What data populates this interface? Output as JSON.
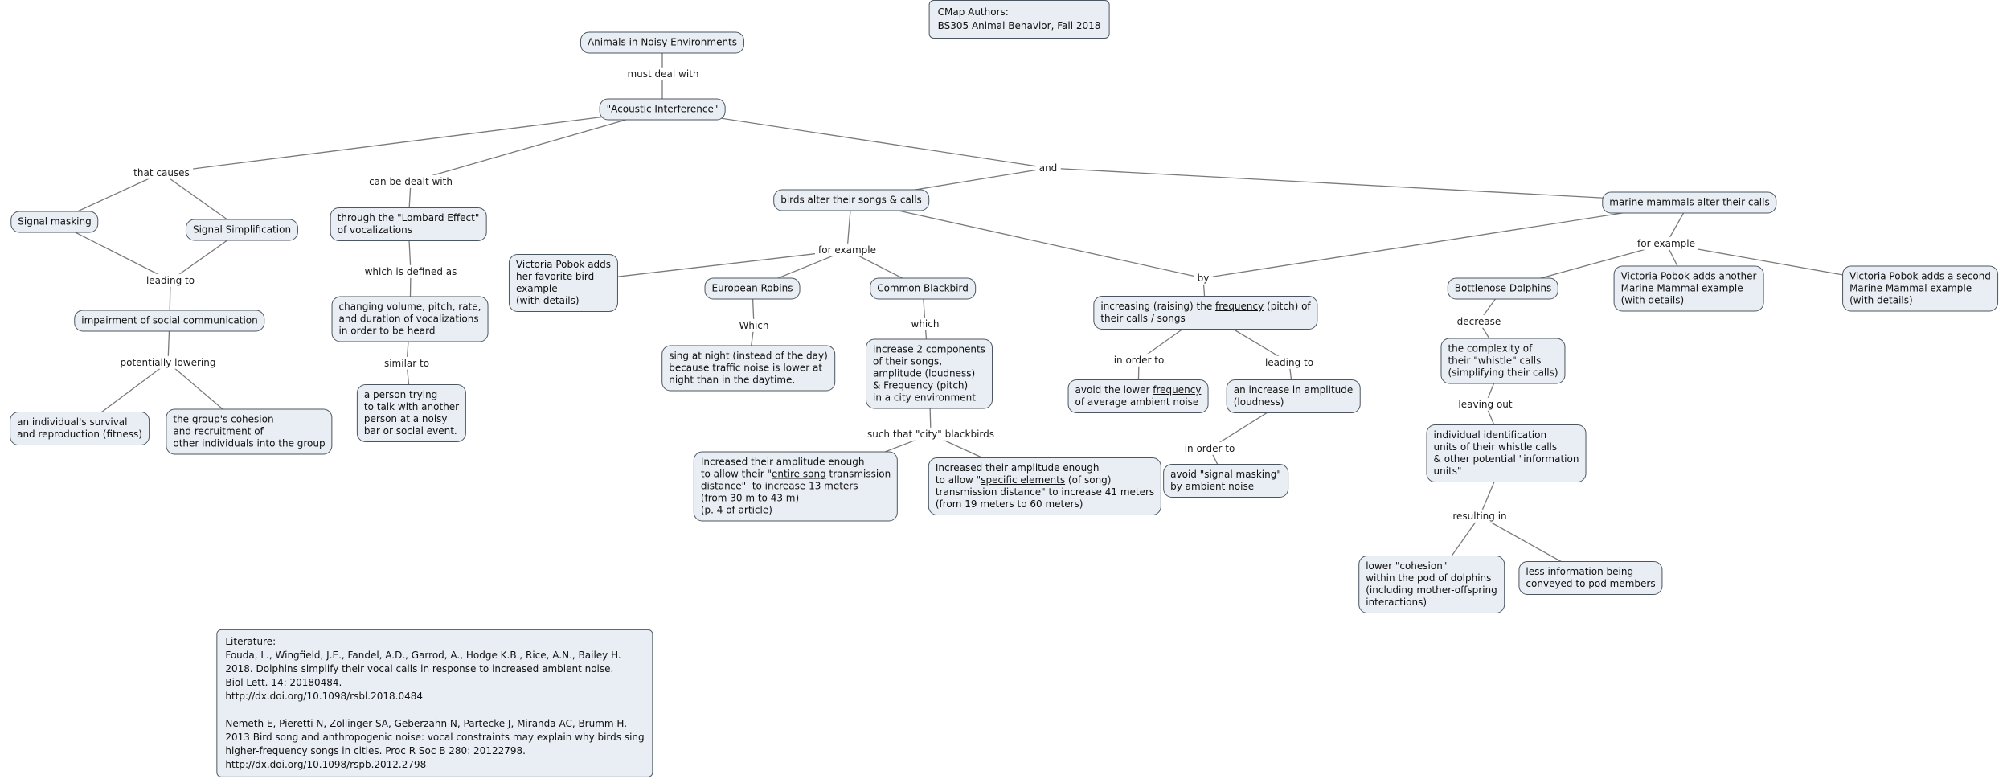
{
  "colors": {
    "node_fill": "#e8eef3",
    "node_border": "#4c5661",
    "connector_line": "#7a7a7a",
    "background": "#ffffff"
  },
  "authors_box": {
    "text": "CMap Authors:\nBS305 Animal Behavior, Fall 2018"
  },
  "nodes": {
    "animals": "Animals in Noisy Environments",
    "acoustic_interference": "\"Acoustic Interference\"",
    "signal_masking": "Signal masking",
    "signal_simplification": "Signal Simplification",
    "lombard_effect": "through the \"Lombard Effect\"\nof vocalizations",
    "impairment": "impairment of social communication",
    "individual_survival": "an individual's survival\nand reproduction (fitness)",
    "group_cohesion": "the group's cohesion\nand recruitment of\nother individuals into the group",
    "changing_volume": "changing volume, pitch, rate,\nand duration of vocalizations\nin order to be heard",
    "person_at_bar": "a person trying\nto talk with another\nperson at a noisy\nbar or social event.",
    "birds_alter": "birds alter their songs & calls",
    "pobok_bird": "Victoria Pobok adds\nher favorite bird\nexample\n(with details)",
    "european_robins": "European Robins",
    "common_blackbird": "Common Blackbird",
    "sing_at_night": "sing at night (instead of the day)\nbecause traffic noise is lower at\nnight than in the daytime.",
    "increase_2_components": "increase 2 components\nof their songs,\namplitude (loudness)\n& Frequency (pitch)\nin a city environment",
    "entire_song": "Increased their amplitude enough\nto allow their \"entire song transmission\ndistance\"  to increase 13 meters\n(from 30 m to 43 m)\n(p. 4 of article)",
    "specific_elements": "Increased their amplitude enough\nto allow \"specific elements (of song)\ntransmission distance\" to increase 41 meters\n(from 19 meters to 60 meters)",
    "increasing_frequency": "increasing (raising) the frequency (pitch) of\ntheir calls / songs",
    "avoid_lower_frequency": "avoid the lower frequency\nof average ambient noise",
    "increase_amplitude": "an increase in amplitude\n(loudness)",
    "avoid_signal_masking": "avoid \"signal masking\"\nby ambient noise",
    "marine_mammals": "marine mammals alter their calls",
    "bottlenose_dolphins": "Bottlenose Dolphins",
    "pobok_marine_1": "Victoria Pobok adds another\nMarine Mammal example\n(with details)",
    "pobok_marine_2": "Victoria Pobok adds a second\nMarine Mammal example\n(with details)",
    "whistle_complexity": "the complexity of\ntheir \"whistle\" calls\n(simplifying their calls)",
    "identification_units": "individual identification\nunits of their whistle calls\n& other potential \"information\nunits\"",
    "lower_cohesion": "lower \"cohesion\"\nwithin the pod of dolphins\n(including mother-offspring\ninteractions)",
    "less_information": "less information being\nconveyed to pod members"
  },
  "links": {
    "must_deal_with": "must deal with",
    "that_causes": "that causes",
    "can_be_dealt_with": "can be dealt with",
    "and": "and",
    "leading_to_1": "leading to",
    "potentially_lowering": "potentially lowering",
    "which_is_defined_as": "which is defined as",
    "similar_to": "similar to",
    "for_example_birds": "for example",
    "which_cap": "Which",
    "which_lower": "which",
    "such_that_city_blackbirds": "such that \"city\" blackbirds",
    "by": "by",
    "in_order_to_1": "in order to",
    "leading_to_2": "leading to",
    "in_order_to_2": "in order to",
    "for_example_marine": "for example",
    "decrease": "decrease",
    "leaving_out": "leaving out",
    "resulting_in": "resulting in"
  },
  "literature": {
    "text": "Literature:\nFouda, L., Wingfield, J.E., Fandel, A.D., Garrod, A., Hodge K.B., Rice, A.N., Bailey H.\n2018. Dolphins simplify their vocal calls in response to increased ambient noise.\nBiol Lett. 14: 20180484.\nhttp://dx.doi.org/10.1098/rsbl.2018.0484\n\nNemeth E, Pieretti N, Zollinger SA, Geberzahn N, Partecke J, Miranda AC, Brumm H.\n2013 Bird song and anthropogenic noise: vocal constraints may explain why birds sing\nhigher-frequency songs in cities. Proc R Soc B 280: 20122798.\nhttp://dx.doi.org/10.1098/rspb.2012.2798"
  }
}
